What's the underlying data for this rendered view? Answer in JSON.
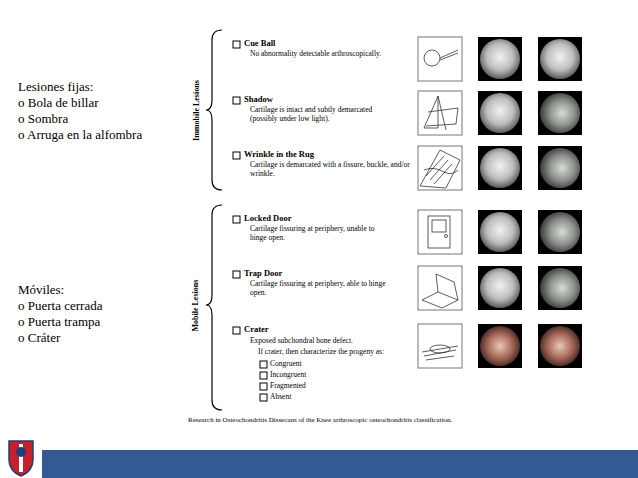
{
  "diagram": {
    "caption": "Research in Osteochondritis Dissecans of the Knee arthroscopic osteochondritis classification.",
    "labels": [
      "Lesiones fijas:",
      "o Bola de billar",
      "o Sombra",
      "o Arruga en la alfombra",
      "Móviles:",
      "o Puerta cerrada",
      "o Puerta trampa",
      "o Cráter",
      "Immobile Lesions",
      "Cue Ball",
      "No abnormality detectable arthroscopically.",
      "Shadow",
      "Cartilage is intact and subtly demarcated (possibly under low light).",
      "Wrinkle in the Rug",
      "Cartilage is demarcated with a fissure, buckle, and/or wrinkle.",
      "Mobile Lesions",
      "Locked Door",
      "Cartilage fissuring at periphery, unable to hinge open.",
      "Trap Door",
      "Cartilage fissuring at periphery, able to hinge open.",
      "Crater",
      "Exposed subchondral bone defect.",
      "If crater, then characterize the progeny as:",
      "Congruent",
      "Incongruent",
      "Fragmented",
      "Absent"
    ]
  }
}
